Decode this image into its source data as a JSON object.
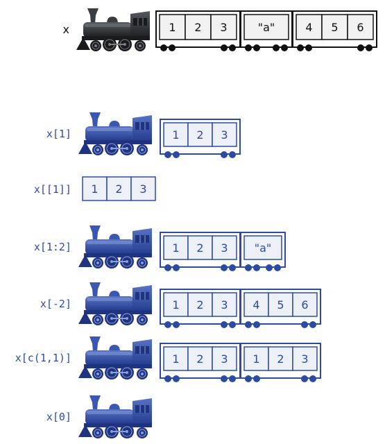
{
  "colors": {
    "black": "#111111",
    "blue": "#2b4ba3",
    "cell_fill": "#eef0f8",
    "black_cell_fill": "#f2f2f2"
  },
  "icons": [
    "steam-locomotive-icon",
    "train-car-icon",
    "wheel-icon"
  ],
  "base": {
    "label": "x",
    "cars": [
      [
        "1",
        "2",
        "3"
      ],
      [
        "\"a\""
      ],
      [
        "4",
        "5",
        "6"
      ]
    ]
  },
  "examples": [
    {
      "label": "x[1]",
      "cars": [
        [
          "1",
          "2",
          "3"
        ]
      ],
      "train": true
    },
    {
      "label": "x[[1]]",
      "cars": [
        [
          "1",
          "2",
          "3"
        ]
      ],
      "train": false
    },
    {
      "label": "x[1:2]",
      "cars": [
        [
          "1",
          "2",
          "3"
        ],
        [
          "\"a\""
        ]
      ],
      "train": true
    },
    {
      "label": "x[-2]",
      "cars": [
        [
          "1",
          "2",
          "3"
        ],
        [
          "4",
          "5",
          "6"
        ]
      ],
      "train": true
    },
    {
      "label": "x[c(1,1)]",
      "cars": [
        [
          "1",
          "2",
          "3"
        ],
        [
          "1",
          "2",
          "3"
        ]
      ],
      "train": true
    },
    {
      "label": "x[0]",
      "cars": [],
      "train": true
    }
  ]
}
